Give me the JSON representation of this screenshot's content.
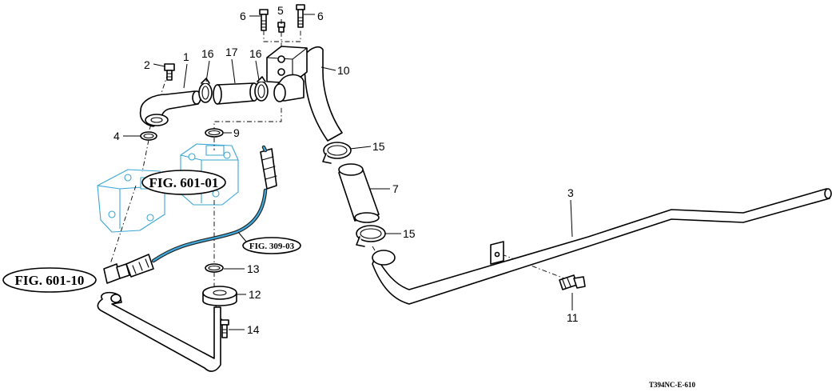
{
  "callouts": [
    {
      "id": "c1",
      "text": "1"
    },
    {
      "id": "c2",
      "text": "2"
    },
    {
      "id": "c3",
      "text": "3"
    },
    {
      "id": "c4",
      "text": "4"
    },
    {
      "id": "c5",
      "text": "5"
    },
    {
      "id": "c6a",
      "text": "6"
    },
    {
      "id": "c6b",
      "text": "6"
    },
    {
      "id": "c7",
      "text": "7"
    },
    {
      "id": "c9",
      "text": "9"
    },
    {
      "id": "c10",
      "text": "10"
    },
    {
      "id": "c11",
      "text": "11"
    },
    {
      "id": "c12",
      "text": "12"
    },
    {
      "id": "c13",
      "text": "13"
    },
    {
      "id": "c14",
      "text": "14"
    },
    {
      "id": "c15a",
      "text": "15"
    },
    {
      "id": "c15b",
      "text": "15"
    },
    {
      "id": "c16a",
      "text": "16"
    },
    {
      "id": "c16b",
      "text": "16"
    },
    {
      "id": "c17",
      "text": "17"
    }
  ],
  "figure_refs": {
    "fig_601_01": "FIG. 601-01",
    "fig_601_10": "FIG. 601-10",
    "fig_309_03": "FIG. 309-03"
  },
  "drawing_code": "T394NC-E-610",
  "colors": {
    "outline": "#000000",
    "ghost_parts": "#3aa6d6",
    "background": "#ffffff"
  }
}
